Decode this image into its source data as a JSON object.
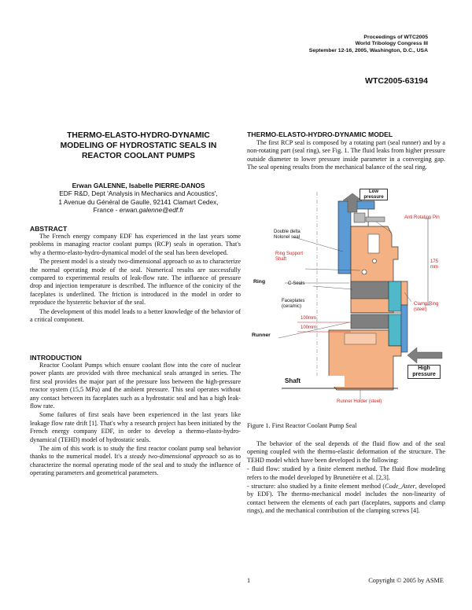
{
  "header": {
    "line1": "Proceedings of WTC2005",
    "line2": "World Tribology Congress III",
    "line3": "September 12-16, 2005, Washington, D.C., USA",
    "paper_id": "WTC2005-63194"
  },
  "title": "THERMO-ELASTO-HYDRO-DYNAMIC MODELING OF HYDROSTATIC SEALS IN REACTOR COOLANT PUMPS",
  "authors": "Erwan GALENNE, Isabelle PIERRE-DANOS",
  "affiliation_1": "EDF R&D, Dept 'Analysis in Mechanics and Acoustics',",
  "affiliation_2": "1 Avenue du Général de Gaulle, 92141 Clamart Cedex,",
  "affiliation_3_prefix": "France - ",
  "email": "erwan.galenne@edf.fr",
  "abstract": {
    "heading": "ABSTRACT",
    "p1": "The French energy company EDF has experienced in the last years some problems in managing reactor coolant pumps (RCP) seals in operation. That's why a thermo-elasto-hydro-dynamical model of the seal has been developed.",
    "p2": "The present model is a steady two-dimensional approach so as to characterize the normal operating mode of the seal. Numerical results are successfully compared to experimental results of leak-flow rate. The influence of pressure drop and injection temperature is described. The influence of the conicity of the faceplates is underlined. The friction is introduced in the model in order to reproduce the hysteretic behavior of the seal.",
    "p3": "The development of this model leads to a better knowledge of the behavior of a critical component."
  },
  "introduction": {
    "heading": "INTRODUCTION",
    "p1": "Reactor Coolant Pumps which ensure coolant flow into the core of nuclear power plants are provided with three mechanical seals arranged in series. The first seal provides the major part of the pressure loss between the high-pressure reactor system (15,5 MPa) and the ambient pressure. This seal operates without any contact between its faceplates such as a hydrostatic seal and has a high leak-flow rate.",
    "p2": "Some failures of first seals have been experienced in the last years like leakage flow rate drift [1]. That's why a research project has been initiated by the French energy company EDF, in order to develop a thermo-elasto-hydro-dynamical (TEHD) model of hydrostatic seals.",
    "p3_a": "The aim of this work is to study the first reactor coolant pump seal behavior thanks to the numerical model. It's a ",
    "p3_em": "steady two-dimensional approach",
    "p3_b": " so as to characterize the normal operating mode of the seal and to study the influence of operating parameters and geometrical parameters."
  },
  "right": {
    "heading": "THERMO-ELASTO-HYDRO-DYNAMIC MODEL",
    "p1": "The first RCP seal is composed by a rotating part (seal runner) and by a non-rotating part (seal ring), see Fig. 1. The fluid leaks from higher pressure outside diameter to lower pressure inside parameter in a converging gap. The seal opening results from the mechanical balance of the seal ring.",
    "p2": "The behavior of the seal depends of the fluid flow and of the seal opening coupled with the thermo-elastic deformation of the structure. The TEHD model which have been developed is the following:",
    "p3": "- fluid flow: studied by a finite element method. The fluid flow modeling refers to the model developed by Brunetière et al. [2,3].",
    "p4_a": "- structure: also studied by a finite element method (",
    "p4_em": "Code_Aster",
    "p4_b": ", developed by EDF). The thermo-mechanical model includes the non-linearity of contact between the elements of each part (faceplates, supports and clamp rings), and the mechanical contribution of the clamping screws [4]."
  },
  "figure": {
    "caption": "Figure 1. First Reactor Coolant Pump Seal",
    "labels": {
      "low_pressure": "Low pressure",
      "anti_rotation": "Anti Rotation Pin",
      "double_delta": "Double delta Nolonel seal",
      "ring_support": "Ring Support Shaft",
      "c_seals": "C-Seals",
      "faceplates": "Faceplates (ceramic)",
      "clamp_ring": "Clamp Ring (steel)",
      "ring": "Ring",
      "runner": "Runner",
      "high_pressure": "High pressure",
      "shaft": "Shaft",
      "runner_holder": "Runner Holder (steel)",
      "dim_right": "175 mm",
      "dim_a": "100mm",
      "dim_b": "100mm"
    }
  },
  "footer": {
    "page": "1",
    "copyright": "Copyright © 2005 by ASME"
  }
}
